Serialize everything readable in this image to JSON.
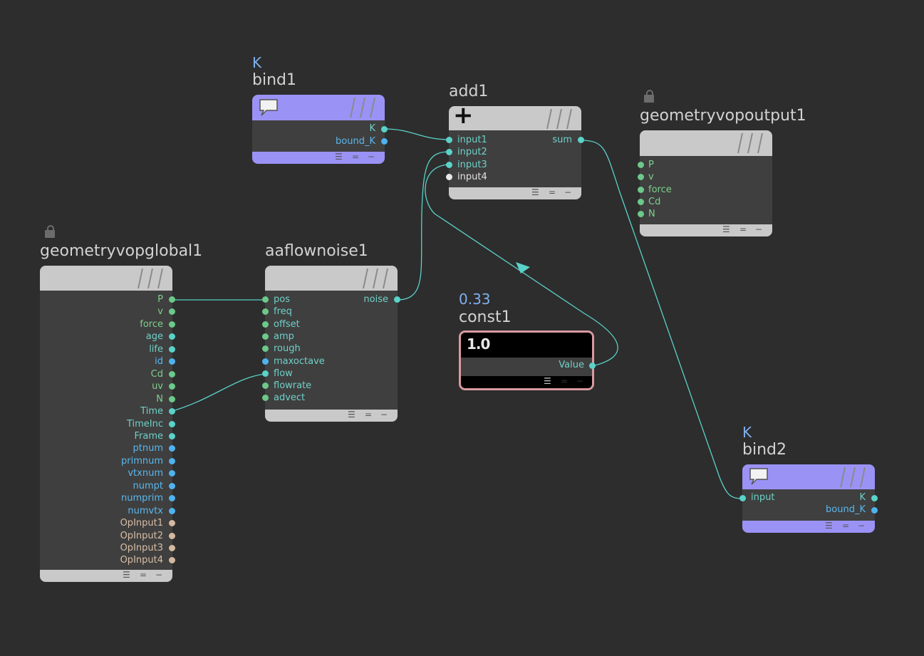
{
  "nodes": {
    "bind1": {
      "param": "K",
      "name": "bind1",
      "outputs": [
        "K",
        "bound_K"
      ]
    },
    "add1": {
      "name": "add1",
      "symbol": "+",
      "inputs": [
        "input1",
        "input2",
        "input3",
        "input4"
      ],
      "outputs": [
        "sum"
      ]
    },
    "geometryvopoutput1": {
      "name": "geometryvopoutput1",
      "inputs": [
        "P",
        "v",
        "force",
        "Cd",
        "N"
      ]
    },
    "geometryvopglobal1": {
      "name": "geometryvopglobal1",
      "outputs": [
        "P",
        "v",
        "force",
        "age",
        "life",
        "id",
        "Cd",
        "uv",
        "N",
        "Time",
        "TimeInc",
        "Frame",
        "ptnum",
        "primnum",
        "vtxnum",
        "numpt",
        "numprim",
        "numvtx",
        "OpInput1",
        "OpInput2",
        "OpInput3",
        "OpInput4"
      ]
    },
    "aaflownoise1": {
      "name": "aaflownoise1",
      "inputs": [
        "pos",
        "freq",
        "offset",
        "amp",
        "rough",
        "maxoctave",
        "flow",
        "flowrate",
        "advect"
      ],
      "outputs": [
        "noise"
      ]
    },
    "const1": {
      "param": "0.33",
      "name": "const1",
      "display": "1.0",
      "outputs": [
        "Value"
      ]
    },
    "bind2": {
      "param": "K",
      "name": "bind2",
      "inputs": [
        "input"
      ],
      "outputs": [
        "K",
        "bound_K"
      ]
    }
  },
  "footer_glyphs": {
    "list": "☰",
    "equals": "=",
    "minus": "−"
  },
  "colors": {
    "background": "#2d2d2d",
    "wire": "#5ad2c8",
    "bind_node": "#9b92f5",
    "node_header": "#c9c9c9",
    "const_border": "#d99aa0"
  }
}
